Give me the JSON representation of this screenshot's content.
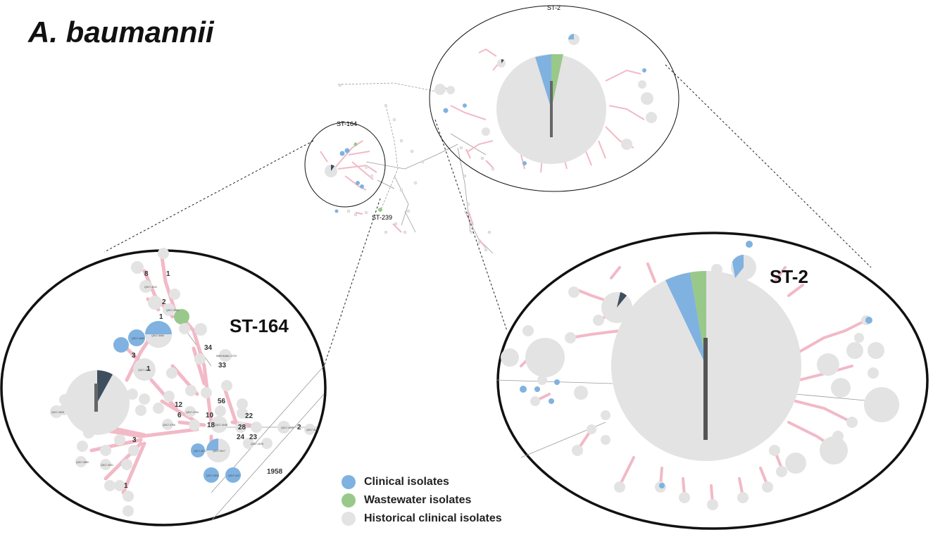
{
  "title": "A. baumannii",
  "colors": {
    "clinical": "#7FB2E0",
    "wastewater": "#98C98A",
    "historical": "#E3E3E3",
    "dark": "#3E4E5E",
    "link": "#F2B9C6",
    "line": "#888888"
  },
  "legend": [
    {
      "label": "Clinical isolates",
      "color": "#7FB2E0"
    },
    {
      "label": "Wastewater isolates",
      "color": "#98C98A"
    },
    {
      "label": "Historical clinical isolates",
      "color": "#E3E3E3"
    }
  ],
  "labels": {
    "st2_small": "ST-2",
    "st164_small": "ST-164",
    "st239": "ST-239",
    "st164_zoom": "ST-164",
    "st2_zoom": "ST-2"
  },
  "edge_labels": [
    "1",
    "2",
    "1",
    "34",
    "33",
    "56",
    "10",
    "18",
    "22",
    "28",
    "24",
    "23",
    "8",
    "1",
    "3",
    "6",
    "12",
    "1958",
    "2",
    "3",
    "1"
  ],
  "node_ids": [
    "QS17-4042",
    "QS17-3985",
    "QS17-4060",
    "QS17-4069",
    "QS17-3760",
    "QS17-4048",
    "QS17-3917",
    "QS17-3934",
    "QS17-4117",
    "QS17-4033",
    "QS17-2648",
    "QS17-2639",
    "QS17-4072",
    "QS17-4080",
    "NMR-BANIC-3729",
    "QS17-2876",
    "QS17-3880",
    "QS17-3931",
    "QS17-3784"
  ]
}
